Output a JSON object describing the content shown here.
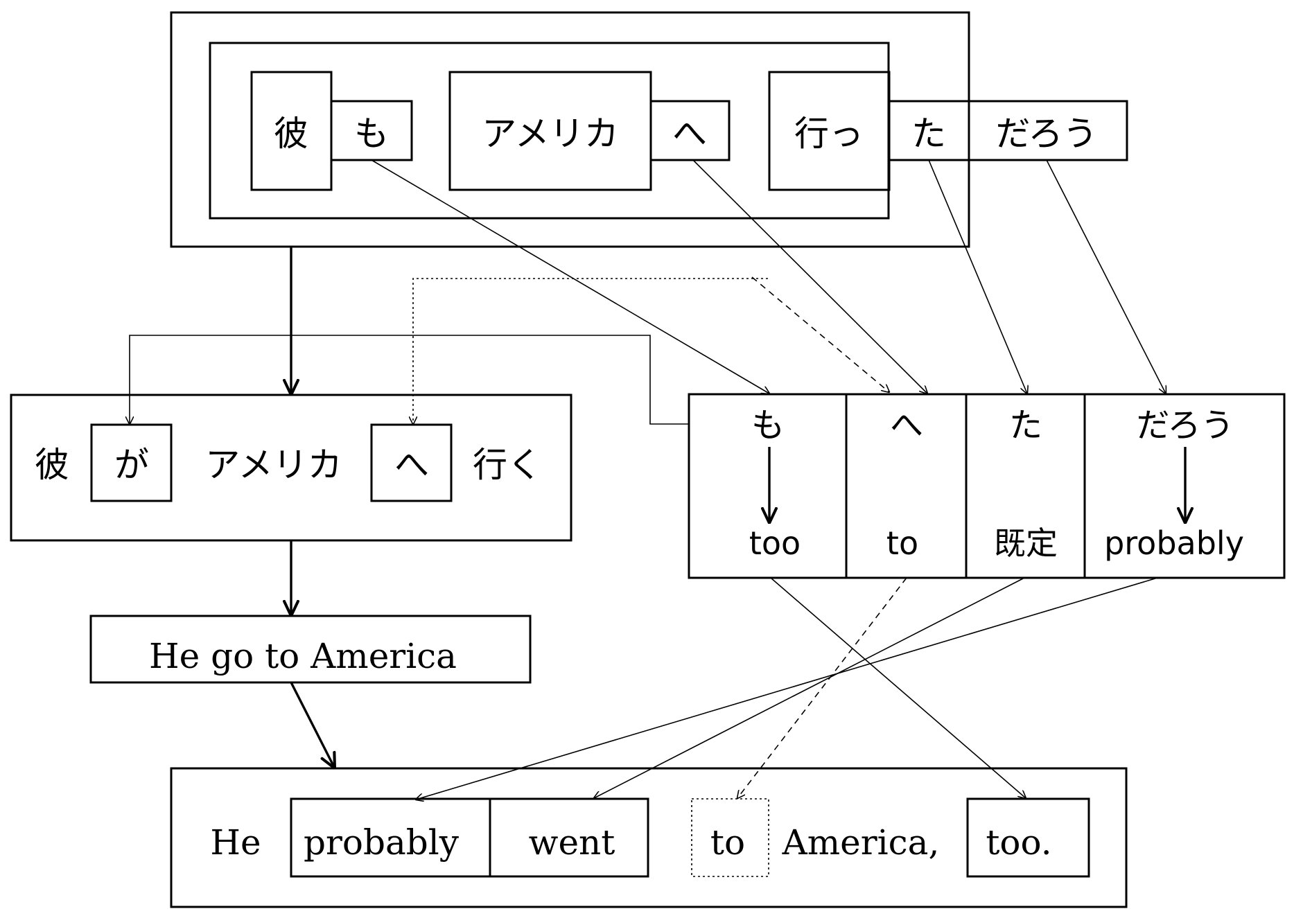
{
  "source": {
    "kare": "彼",
    "mo": "も",
    "amerika": "アメリカ",
    "he": "へ",
    "itta": "行っ",
    "ta": "た",
    "darou": "だろう"
  },
  "intermediate": {
    "kare": "彼",
    "ga": "が",
    "amerika": "アメリカ",
    "he": "へ",
    "iku": "行く"
  },
  "translation_literal": "He go to America",
  "particles": [
    {
      "jp": "も",
      "en": "too"
    },
    {
      "jp": "へ",
      "en": "to"
    },
    {
      "jp": "た",
      "en": "既定"
    },
    {
      "jp": "だろう",
      "en": "probably"
    }
  ],
  "output": {
    "he": "He",
    "probably": "probably",
    "went": "went",
    "to": "to",
    "america": "America,",
    "too": "too."
  }
}
